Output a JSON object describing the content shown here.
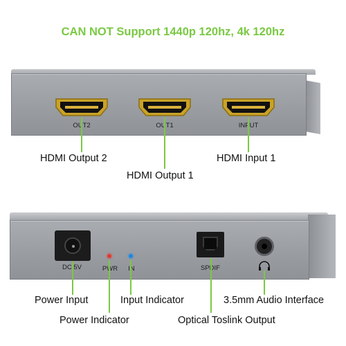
{
  "headline": "CAN NOT Support 1440p 120hz, 4k 120hz",
  "top_panel": {
    "ports": [
      {
        "label": "OUT2"
      },
      {
        "label": "OUT1"
      },
      {
        "label": "INPUT"
      }
    ],
    "callouts": [
      {
        "label": "HDMI Output 2"
      },
      {
        "label": "HDMI Output 1"
      },
      {
        "label": "HDMI Input 1"
      }
    ]
  },
  "bottom_panel": {
    "dc_label": "DC 5V",
    "pwr_led_label": "PWR",
    "in_led_label": "IN",
    "spdif_label": "SPDIF",
    "callouts": [
      {
        "label": "Power Input"
      },
      {
        "label": "Power Indicator"
      },
      {
        "label": "Input Indicator"
      },
      {
        "label": "Optical Toslink Output"
      },
      {
        "label": "3.5mm Audio Interface"
      }
    ]
  },
  "colors": {
    "accent_green": "#7ac943",
    "pwr_led": "#e53935",
    "in_led": "#1e88e5"
  },
  "icons": [
    "hdmi-port-icon",
    "dc-jack-icon",
    "spdif-port-icon",
    "headphone-icon",
    "led-icon"
  ]
}
